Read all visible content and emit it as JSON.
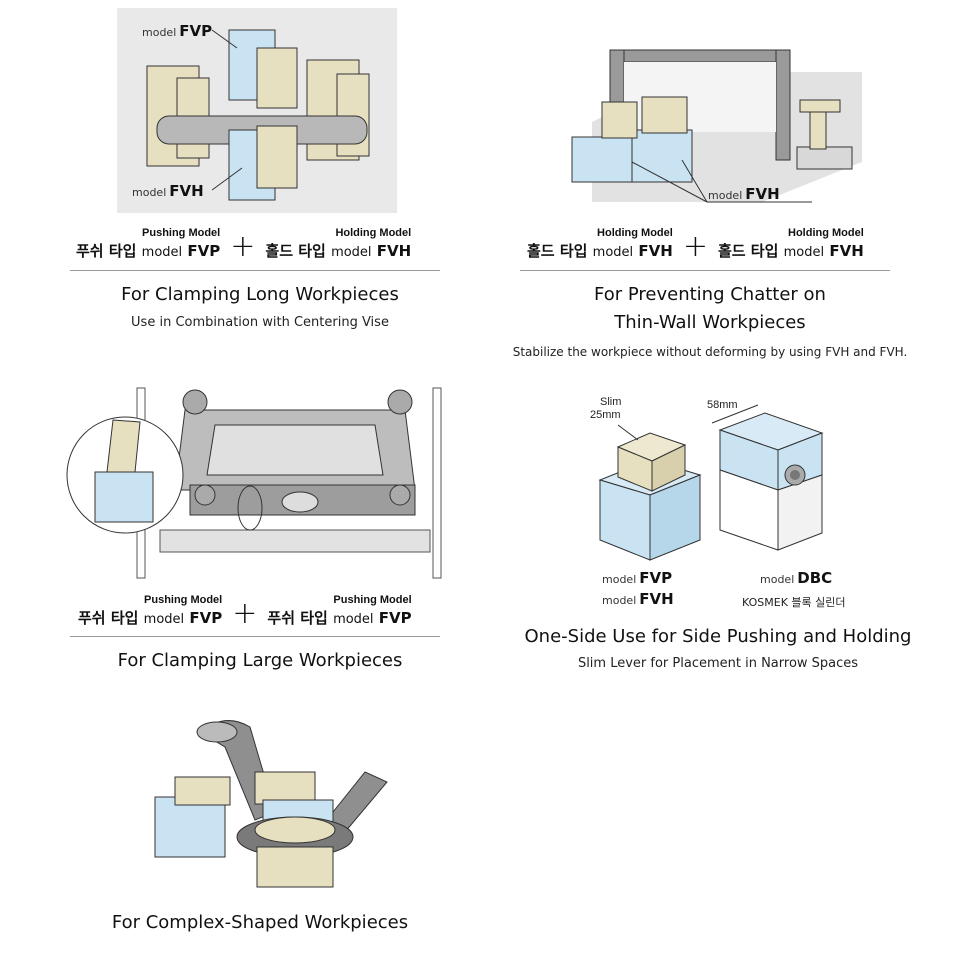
{
  "panel1": {
    "tag_top": {
      "model_word": "model",
      "name": "FVP"
    },
    "tag_bottom": {
      "model_word": "model",
      "name": "FVH"
    },
    "left": {
      "top": "Pushing Model",
      "ko": "푸쉬 타입",
      "model_word": "model",
      "name": "FVP"
    },
    "plus": "+",
    "right": {
      "top": "Holding Model",
      "ko": "홀드 타입",
      "model_word": "model",
      "name": "FVH"
    },
    "caption": "For Clamping Long Workpieces",
    "sub": "Use in Combination with Centering Vise"
  },
  "panel2": {
    "tag": {
      "model_word": "model",
      "name": "FVH"
    },
    "left": {
      "top": "Holding Model",
      "ko": "홀드 타입",
      "model_word": "model",
      "name": "FVH"
    },
    "plus": "+",
    "right": {
      "top": "Holding Model",
      "ko": "홀드 타입",
      "model_word": "model",
      "name": "FVH"
    },
    "caption_line1": "For Preventing Chatter on",
    "caption_line2": "Thin-Wall Workpieces",
    "sub": "Stabilize the workpiece without deforming by using FVH and FVH."
  },
  "panel3": {
    "left": {
      "top": "Pushing Model",
      "ko": "푸쉬 타입",
      "model_word": "model",
      "name": "FVP"
    },
    "plus": "+",
    "right": {
      "top": "Pushing Model",
      "ko": "푸쉬 타입",
      "model_word": "model",
      "name": "FVP"
    },
    "caption": "For Clamping Large Workpieces"
  },
  "panel4": {
    "slim_label": "Slim",
    "slim_dim": "25mm",
    "width_dim": "58mm",
    "tag_fvp": {
      "model_word": "model",
      "name": "FVP"
    },
    "tag_fvh": {
      "model_word": "model",
      "name": "FVH"
    },
    "tag_dbc": {
      "model_word": "model",
      "name": "DBC"
    },
    "dbc_desc": "KOSMEK 블록 실린더",
    "caption": "One-Side Use for Side Pushing and Holding",
    "sub": "Slim Lever for Placement in Narrow Spaces"
  },
  "panel5": {
    "caption": "For Complex-Shaped Workpieces"
  },
  "colors": {
    "beige": "#e6dfc0",
    "blue": "#c9e3f2",
    "gray": "#cfcfcf",
    "dark": "#7a7a7a"
  }
}
